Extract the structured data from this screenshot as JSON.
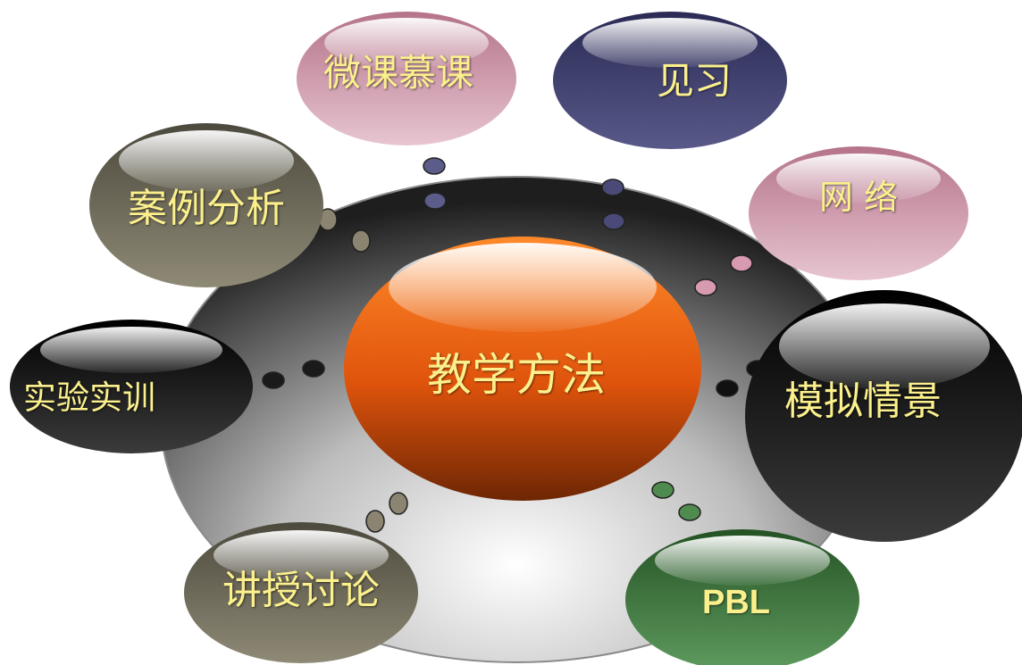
{
  "center": {
    "label": "教学方法"
  },
  "nodes": {
    "weike": {
      "label": "微课慕课"
    },
    "jianxi": {
      "label": "见习"
    },
    "wangluo": {
      "label": "网 络"
    },
    "moni": {
      "label": "模拟情景"
    },
    "pbl": {
      "label": "PBL"
    },
    "jiangshou": {
      "label": "讲授讨论"
    },
    "shiyan": {
      "label": "实验实训"
    },
    "anli": {
      "label": "案例分析"
    }
  },
  "colors": {
    "center": "#e05a10",
    "weike": "#c98a9e",
    "jianxi": "#3f3f6e",
    "wangluo": "#c98a9e",
    "moni": "#1a1a1a",
    "pbl": "#3a6e3a",
    "jiangshou": "#6b6655",
    "shiyan": "#1a1a1a",
    "anli": "#6b6655",
    "label": "#fbf08c"
  }
}
